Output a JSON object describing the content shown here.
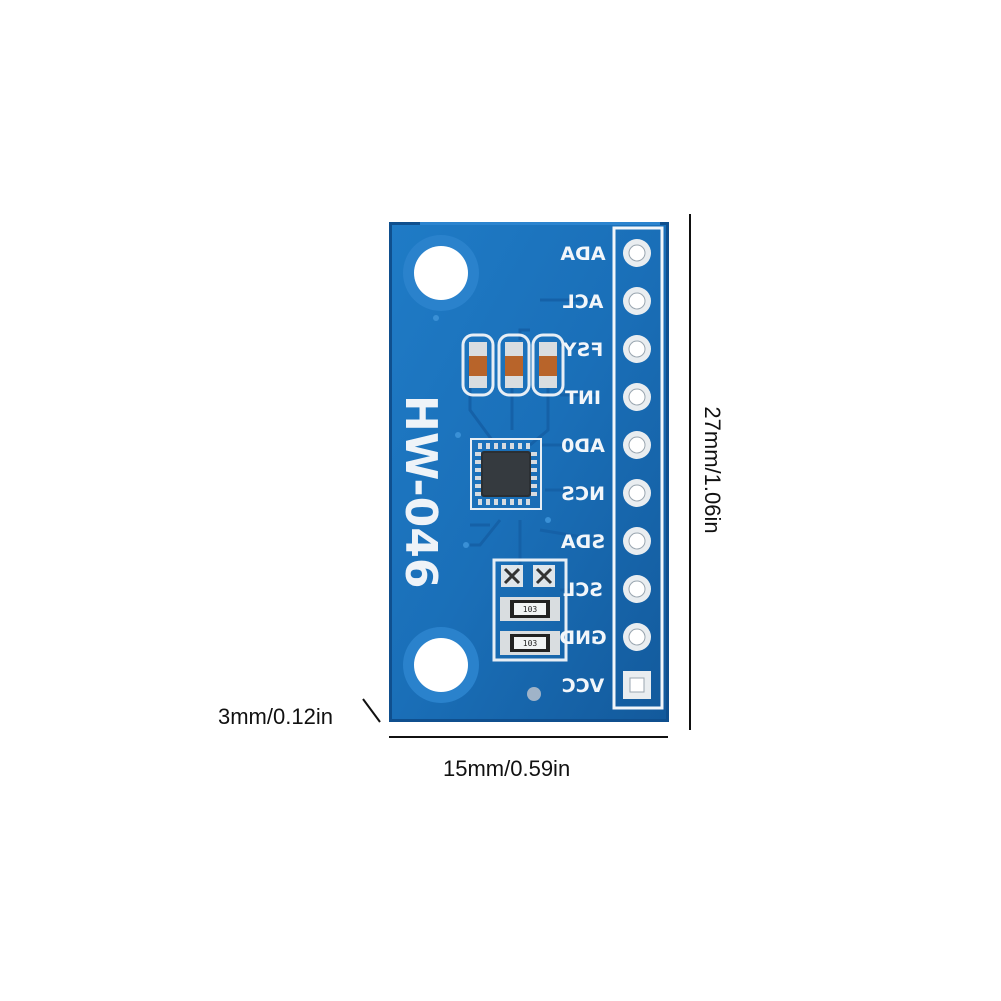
{
  "board": {
    "model_text": "HW-046",
    "pin_labels": [
      "ADA",
      "ACL",
      "FSY",
      "INT",
      "AD0",
      "NCS",
      "SDA",
      "SCL",
      "GND",
      "VCC"
    ],
    "resistor_codes": [
      "103",
      "103"
    ]
  },
  "dimensions": {
    "width": "15mm/0.59in",
    "height": "27mm/1.06in",
    "thickness": "3mm/0.12in"
  },
  "colors": {
    "pcb": "#1a6fb8",
    "pcb_dark": "#0f4f8e",
    "silkscreen": "#f2f6fa",
    "background": "#ffffff"
  }
}
